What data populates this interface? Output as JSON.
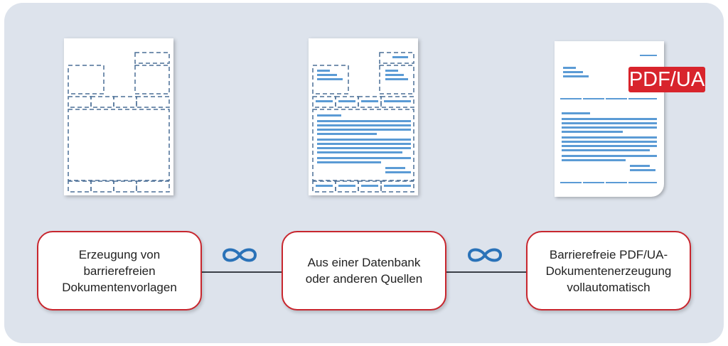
{
  "documents": [
    {
      "stage": "template",
      "icon": "document-template-icon"
    },
    {
      "stage": "filled",
      "icon": "document-filled-icon"
    },
    {
      "stage": "final",
      "icon": "document-final-icon"
    }
  ],
  "badge": {
    "label": "PDF/UA",
    "color": "#d8242c"
  },
  "steps": [
    {
      "text": "Erzeugung von\nbarrierefreien\nDokumentenvorlagen"
    },
    {
      "text": "Aus einer Datenbank\noder anderen Quellen"
    },
    {
      "text": "Barrierefreie PDF/UA-\nDokumentenerzeugung\nvollautomatisch"
    }
  ],
  "connector_icon": "infinity-icon",
  "colors": {
    "background": "#dde3ec",
    "step_border": "#c8262e",
    "dashed_frame": "#4a6f96",
    "text_lines": "#5b9bd5",
    "infinity": "#2a72b8"
  }
}
